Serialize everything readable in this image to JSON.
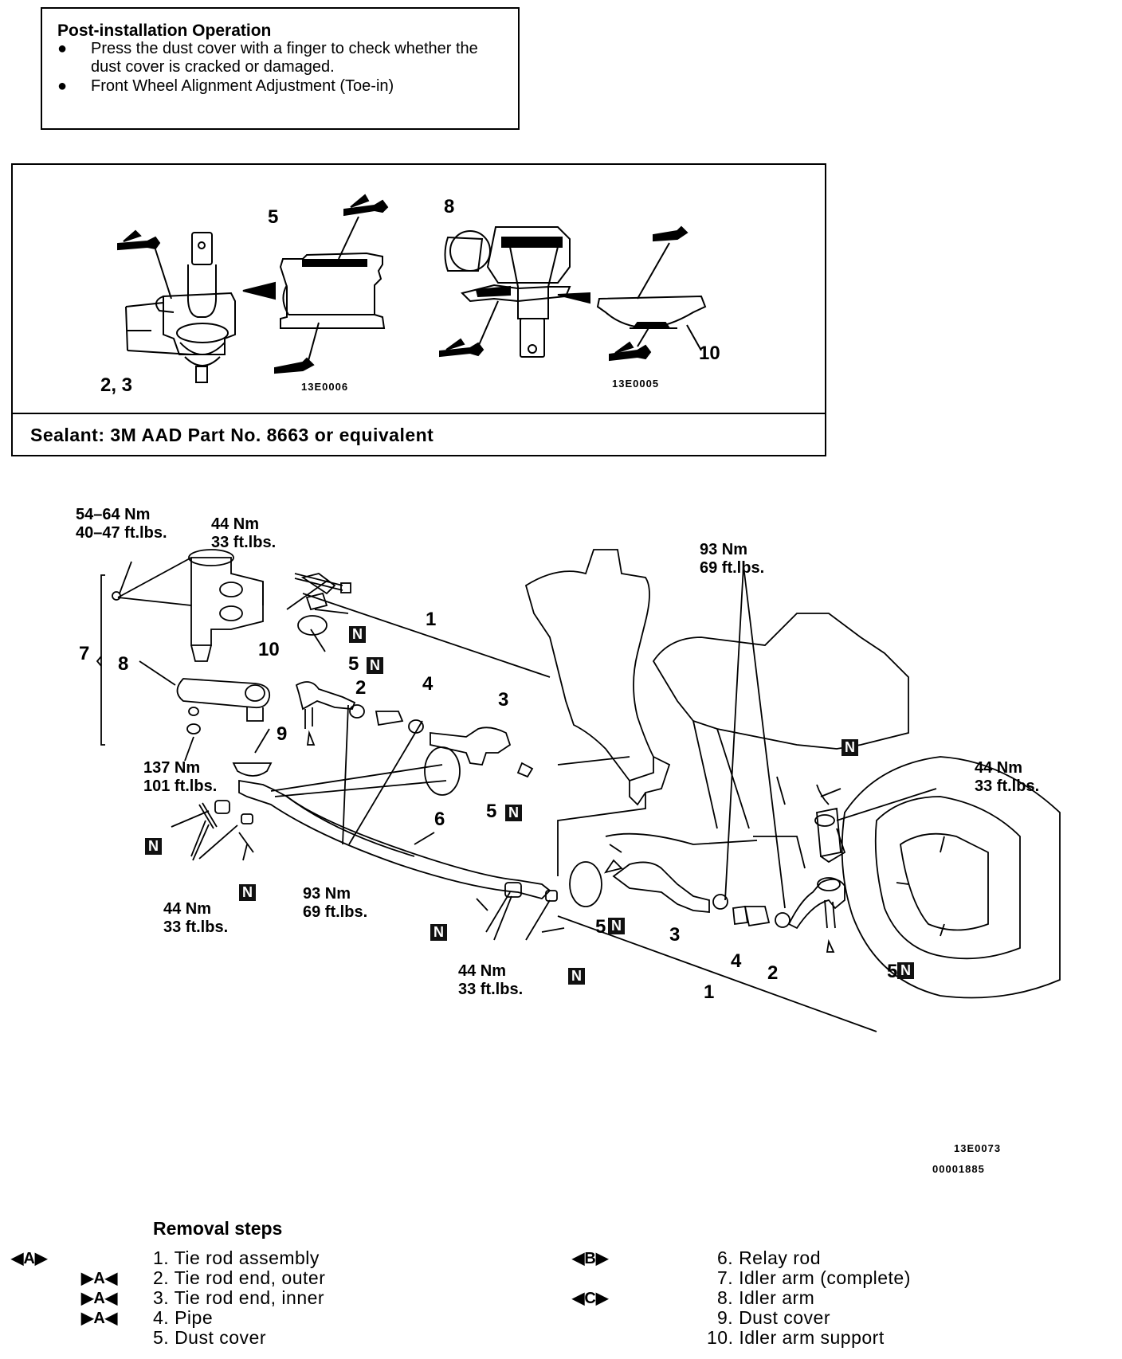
{
  "post_install": {
    "title": "Post-installation Operation",
    "bullets": [
      "Press the dust cover with a finger to check whether the dust cover is cracked or damaged.",
      "Front Wheel Alignment Adjustment (Toe-in)"
    ]
  },
  "sealant_figure": {
    "labels": {
      "parts_2_3": "2, 3",
      "part_5": "5",
      "part_8": "8",
      "part_10": "10"
    },
    "codes": {
      "left": "13E0006",
      "right": "13E0005"
    },
    "sealant_note": "Sealant: 3M AAD Part No. 8663 or equivalent"
  },
  "exploded_view": {
    "torques": {
      "t_54_64": [
        "54–64 Nm",
        "40–47 ft.lbs."
      ],
      "t_44_top": [
        "44 Nm",
        "33 ft.lbs."
      ],
      "t_93_right": [
        "93 Nm",
        "69 ft.lbs."
      ],
      "t_137": [
        "137 Nm",
        "101 ft.lbs."
      ],
      "t_44_right": [
        "44 Nm",
        "33 ft.lbs."
      ],
      "t_44_left": [
        "44 Nm",
        "33 ft.lbs."
      ],
      "t_93_mid": [
        "93 Nm",
        "69 ft.lbs."
      ],
      "t_44_bottom": [
        "44 Nm",
        "33 ft.lbs."
      ]
    },
    "part_numbers": [
      "1",
      "2",
      "3",
      "4",
      "5",
      "6",
      "7",
      "8",
      "9",
      "10"
    ],
    "n_mark": "N",
    "codes": [
      "13E0073",
      "00001885"
    ]
  },
  "removal_steps": {
    "title": "Removal steps",
    "items": [
      "1. Tie rod assembly",
      "2. Tie rod end, outer",
      "3. Tie rod end, inner",
      "4. Pipe",
      "5. Dust cover",
      "6. Relay rod",
      "7. Idler arm (complete)",
      "8. Idler arm",
      "9. Dust cover",
      "10. Idler arm support"
    ],
    "markers": {
      "A_removal": "◀A▶",
      "A_install": "▶A◀",
      "B_removal": "◀B▶",
      "C_removal": "◀C▶"
    }
  }
}
